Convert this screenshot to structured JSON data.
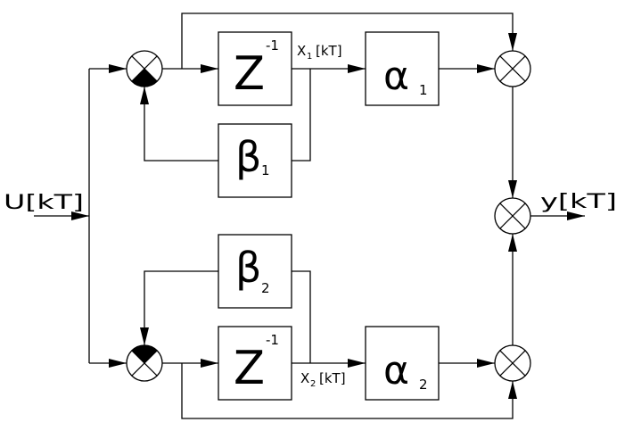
{
  "diagram": {
    "input": {
      "label": "U[kT]"
    },
    "output": {
      "label": "y[kT]"
    },
    "branch1": {
      "delay": {
        "symbol": "Z",
        "exponent": "-1"
      },
      "state": {
        "label": "X",
        "subscript": "1",
        "suffix": "[kT]"
      },
      "feedback": {
        "symbol": "β",
        "subscript": "1"
      },
      "gain": {
        "symbol": "α",
        "subscript": "1"
      }
    },
    "branch2": {
      "delay": {
        "symbol": "Z",
        "exponent": "-1"
      },
      "state": {
        "label": "X",
        "subscript": "2",
        "suffix": "[kT]"
      },
      "feedback": {
        "symbol": "β",
        "subscript": "2"
      },
      "gain": {
        "symbol": "α",
        "subscript": "2"
      }
    }
  }
}
